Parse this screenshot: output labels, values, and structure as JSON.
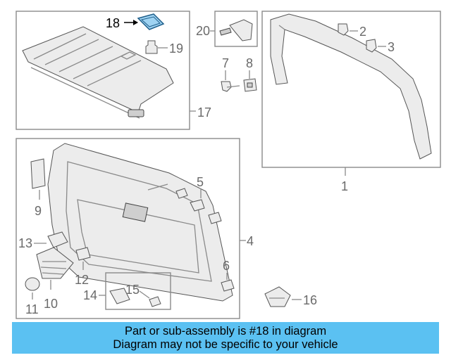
{
  "callouts": {
    "n1": "1",
    "n2": "2",
    "n3": "3",
    "n4": "4",
    "n5": "5",
    "n6": "6",
    "n7": "7",
    "n8": "8",
    "n9": "9",
    "n10": "10",
    "n11": "11",
    "n12": "12",
    "n13": "13",
    "n14": "14",
    "n15": "15",
    "n16": "16",
    "n17": "17",
    "n18": "18",
    "n19": "19",
    "n20": "20"
  },
  "highlight": {
    "part": "18",
    "color": "#2e86c1"
  },
  "banner": {
    "line1": "Part or sub-assembly is #18 in diagram",
    "line2": "Diagram may not be specific to your vehicle",
    "color": "#5bc1f2"
  }
}
